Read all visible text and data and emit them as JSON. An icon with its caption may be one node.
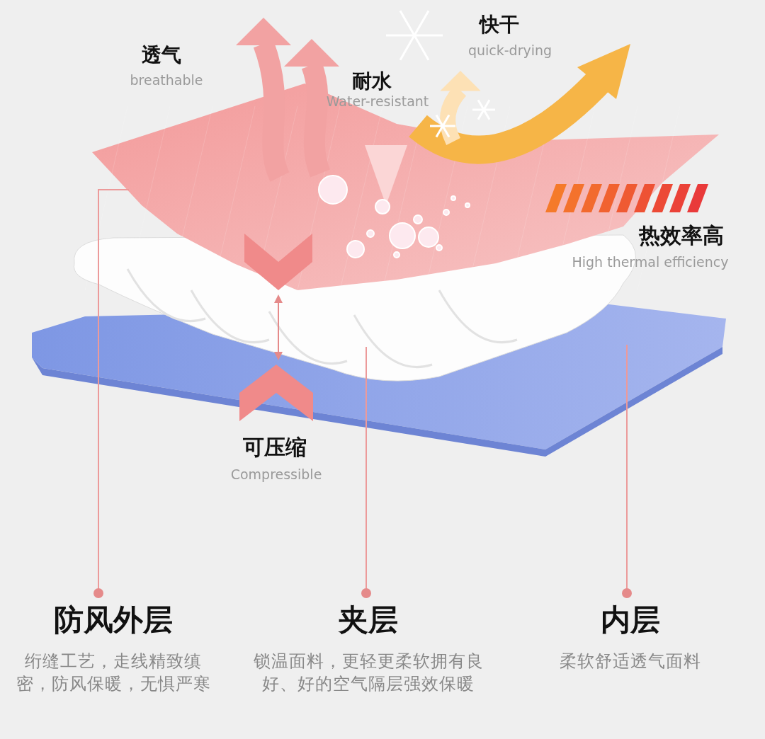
{
  "diagram": {
    "nodes": [
      {
        "text": [],
        "shape": "picture"
      },
      {
        "text": [],
        "shape": "picture"
      },
      {
        "text": [],
        "shape": "picture"
      },
      {
        "text": [
          "防风外层",
          "绗缝工艺，走线精致缜密，防风保暖，无惧严寒"
        ]
      },
      {
        "text": [
          "夹层",
          "锁温面料，更轻更柔软拥有良好、好的空气隔层强效保暖"
        ]
      },
      {
        "text": [
          "内层",
          "柔软舒适透气面料"
        ]
      }
    ],
    "edges": [
      {
        "from": 3,
        "to": 0,
        "arrow": "other"
      },
      {
        "from": 4,
        "to": 1,
        "arrow": "other"
      },
      {
        "from": 5,
        "to": 2,
        "arrow": "other"
      }
    ],
    "labels": [
      "快干",
      "quick-drying",
      "透气",
      "breathable",
      "耐水",
      "Water-resistant",
      "热效率高",
      "High thermal efficiency",
      "可压缩",
      "Compressible"
    ]
  }
}
